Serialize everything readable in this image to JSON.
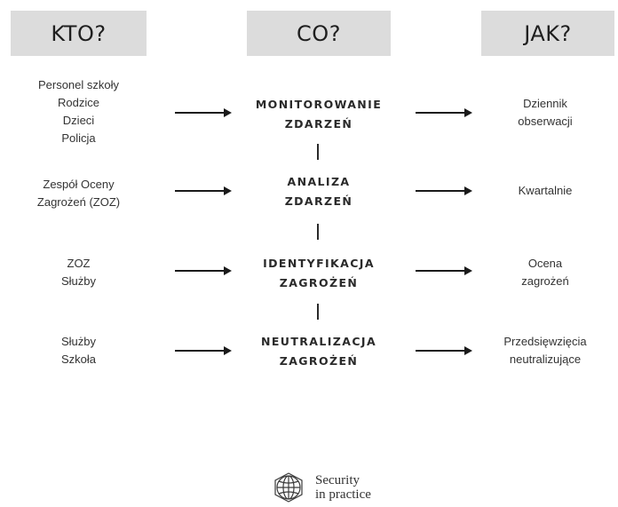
{
  "headers": {
    "who": "KTO?",
    "what": "CO?",
    "how": "JAK?"
  },
  "rows": [
    {
      "who": [
        "Personel szkoły",
        "Rodzice",
        "Dzieci",
        "Policja"
      ],
      "what": [
        "MONITOROWANIE",
        "ZDARZEŃ"
      ],
      "how": [
        "Dziennik",
        "obserwacji"
      ]
    },
    {
      "who": [
        "Zespół Oceny",
        "Zagrożeń (ZOZ)"
      ],
      "what": [
        "ANALIZA",
        "ZDARZEŃ"
      ],
      "how": [
        "Kwartalnie"
      ]
    },
    {
      "who": [
        "ZOZ",
        "Służby"
      ],
      "what": [
        "IDENTYFIKACJA",
        "ZAGROŻEŃ"
      ],
      "how": [
        "Ocena",
        "zagrożeń"
      ]
    },
    {
      "who": [
        "Służby",
        "Szkoła"
      ],
      "what": [
        "NEUTRALIZACJA",
        "ZAGROŻEŃ"
      ],
      "how": [
        "Przedsięwzięcia",
        "neutralizujące"
      ]
    }
  ],
  "logo": {
    "icon": "globe-grid-icon",
    "line1": "Security",
    "line2": "in practice"
  }
}
